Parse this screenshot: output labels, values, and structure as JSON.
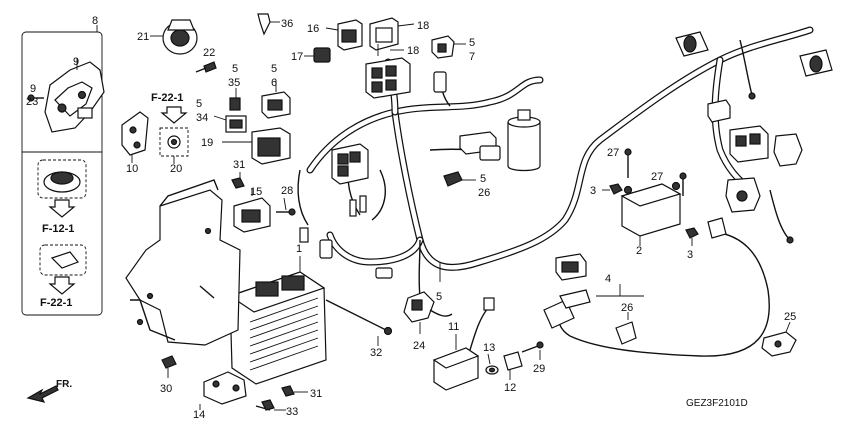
{
  "callouts": {
    "n8": "8",
    "n9a": "9",
    "n9b": "9",
    "n23": "23",
    "n21": "21",
    "n22": "22",
    "n36": "36",
    "n16": "16",
    "n17": "17",
    "n18a": "18",
    "n18b": "18",
    "n5a": "5",
    "n7": "7",
    "n5b": "5",
    "n35": "35",
    "n6": "5",
    "n6b": "6",
    "n5c": "5",
    "n34": "34",
    "n19": "19",
    "n10": "10",
    "n20": "20",
    "n31a": "31",
    "n15": "15",
    "n28": "28",
    "n5d": "5",
    "n26a": "26",
    "n27a": "27",
    "n27b": "27",
    "n3a": "3",
    "n3b": "3",
    "n2": "2",
    "n1": "1",
    "n5e": "5",
    "n4": "4",
    "n26b": "26",
    "n25": "25",
    "n11": "11",
    "n13": "13",
    "n24": "24",
    "n12": "12",
    "n29": "29",
    "n32": "32",
    "n30": "30",
    "n31b": "31",
    "n14": "14",
    "n33": "33"
  },
  "refs": {
    "f22_top": "F-22-1",
    "f12": "F-12-1",
    "f22_bottom": "F-22-1"
  },
  "diagram_code": "GEZ3F2101D",
  "direction_label": "FR."
}
